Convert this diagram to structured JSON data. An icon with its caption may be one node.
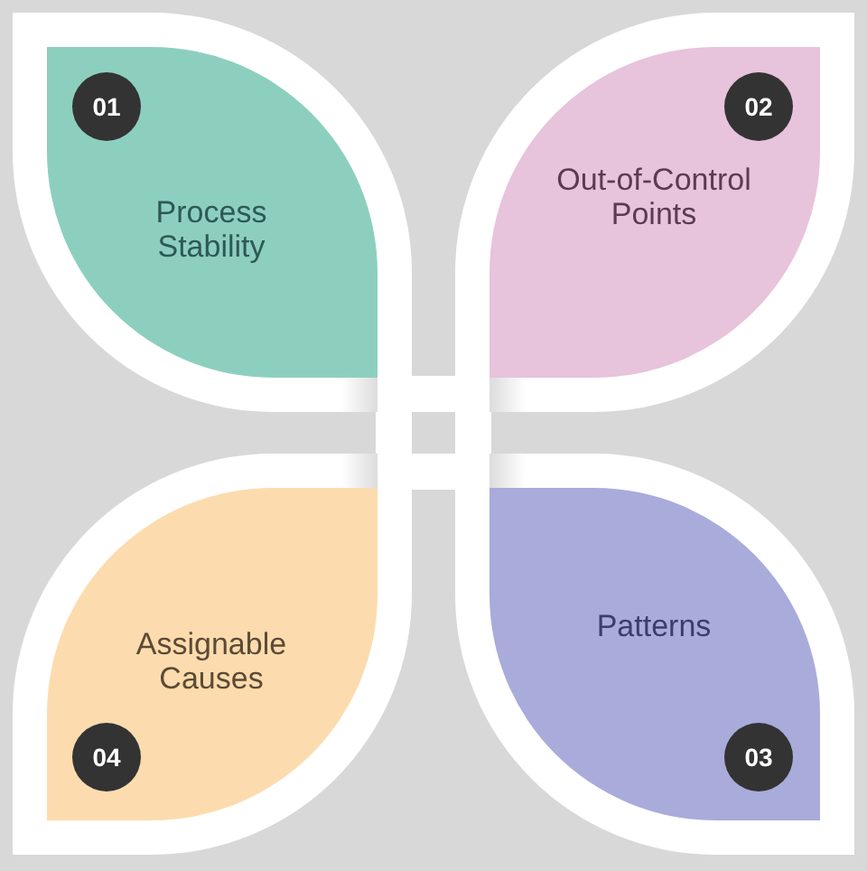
{
  "diagram": {
    "nodes": [
      {
        "text": [
          "Process Stability"
        ]
      },
      {
        "text": [
          "01"
        ],
        "in": 0
      },
      {
        "text": [
          "Out-of-Control Points"
        ]
      },
      {
        "text": [
          "02"
        ],
        "in": 2
      },
      {
        "text": [
          "Patterns"
        ]
      },
      {
        "text": [
          "03"
        ],
        "in": 4
      },
      {
        "text": [
          "Assignable Causes"
        ]
      },
      {
        "text": [
          "04"
        ],
        "in": 6
      }
    ]
  }
}
